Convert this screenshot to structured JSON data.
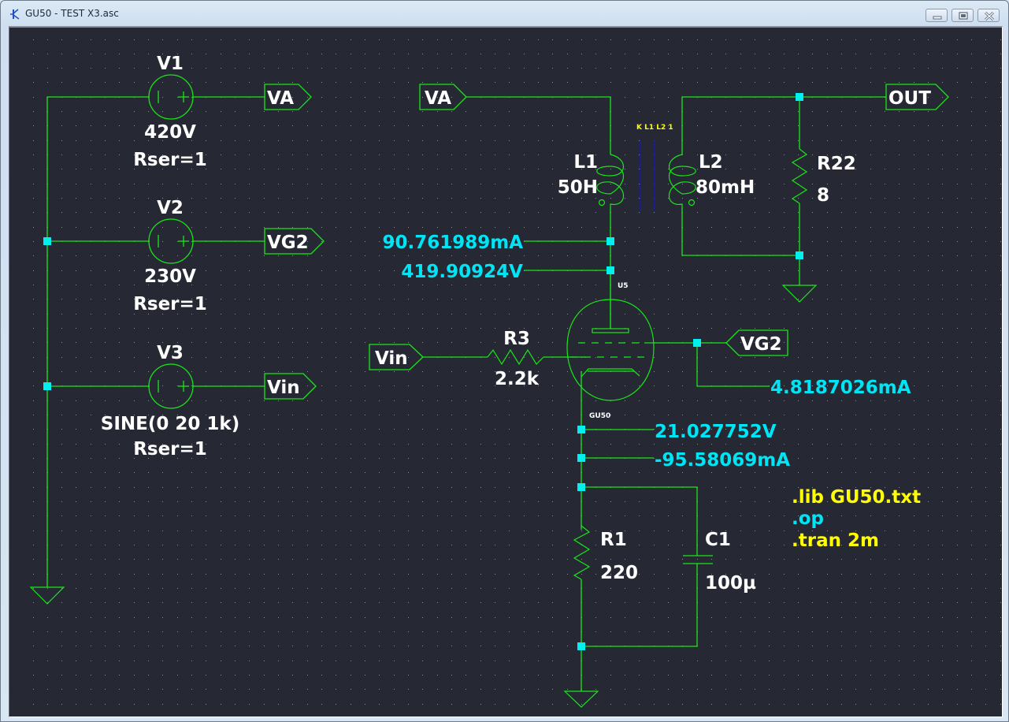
{
  "window": {
    "title": "GU50 - TEST X3.asc",
    "controls": [
      "minimize",
      "maximize",
      "close"
    ]
  },
  "colors": {
    "background": "#262933",
    "grid_dot": "#8b8e96",
    "wire": "#19e619",
    "junction": "#00f0f0",
    "label": "#ffffff",
    "probe": "#00e5f5",
    "directive": "#ffff00",
    "coupling_line": "#1a1aa8"
  },
  "schematic": {
    "sources": [
      {
        "name": "V1",
        "value": "420V",
        "extra": "Rser=1",
        "net": "VA"
      },
      {
        "name": "V2",
        "value": "230V",
        "extra": "Rser=1",
        "net": "VG2"
      },
      {
        "name": "V3",
        "value": "SINE(0 20 1k)",
        "extra": "Rser=1",
        "net": "Vin"
      }
    ],
    "net_labels": {
      "va_left": "VA",
      "vg2_left": "VG2",
      "vin_left": "Vin",
      "va_right": "VA",
      "out": "OUT",
      "vin_right": "Vin",
      "vg2_right": "VG2"
    },
    "inductors": [
      {
        "name": "L1",
        "value": "50H"
      },
      {
        "name": "L2",
        "value": "80mH"
      }
    ],
    "coupling": "K L1 L2 1",
    "resistors": [
      {
        "name": "R22",
        "value": "8"
      },
      {
        "name": "R3",
        "value": "2.2k"
      },
      {
        "name": "R1",
        "value": "220"
      }
    ],
    "capacitor": {
      "name": "C1",
      "value": "100µ"
    },
    "tube": {
      "ref": "U5",
      "model": "GU50"
    },
    "probes": {
      "anode_current": "90.761989mA",
      "anode_voltage": "419.90924V",
      "screen_current": "4.8187026mA",
      "cathode_voltage": "21.027752V",
      "cathode_current": "-95.58069mA"
    },
    "directives": [
      {
        "text": ".lib GU50.txt",
        "kind": "comment"
      },
      {
        "text": ".op",
        "kind": "spice"
      },
      {
        "text": ".tran 2m",
        "kind": "comment"
      }
    ]
  }
}
